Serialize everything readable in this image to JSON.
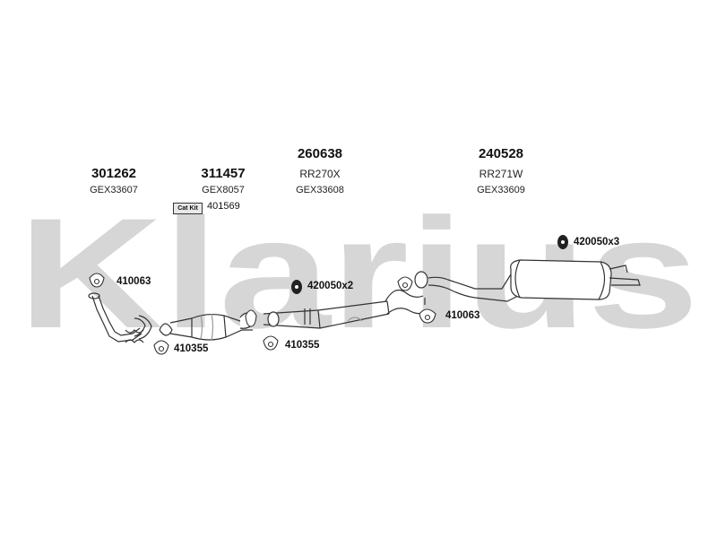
{
  "brand": {
    "watermark": "Klarius"
  },
  "components": [
    {
      "part_number": "301262",
      "oem_refs": [
        "GEX33607"
      ]
    },
    {
      "part_number": "311457",
      "oem_refs": [
        "GEX8057"
      ],
      "catkit": {
        "badge": "Cat Kit",
        "part": "401569"
      }
    },
    {
      "part_number": "260638",
      "oem_refs": [
        "RR270X",
        "GEX33608"
      ]
    },
    {
      "part_number": "240528",
      "oem_refs": [
        "RR271W",
        "GEX33609"
      ]
    }
  ],
  "accessories": [
    {
      "label": "410063",
      "type": "gasket"
    },
    {
      "label": "420050x2",
      "type": "rubber-mount"
    },
    {
      "label": "420050x3",
      "type": "rubber-mount"
    },
    {
      "label": "410063",
      "type": "gasket"
    },
    {
      "label": "410355",
      "type": "gasket"
    },
    {
      "label": "410355",
      "type": "gasket"
    }
  ],
  "colors": {
    "watermark": "#d6d6d6",
    "line": "#333333"
  }
}
